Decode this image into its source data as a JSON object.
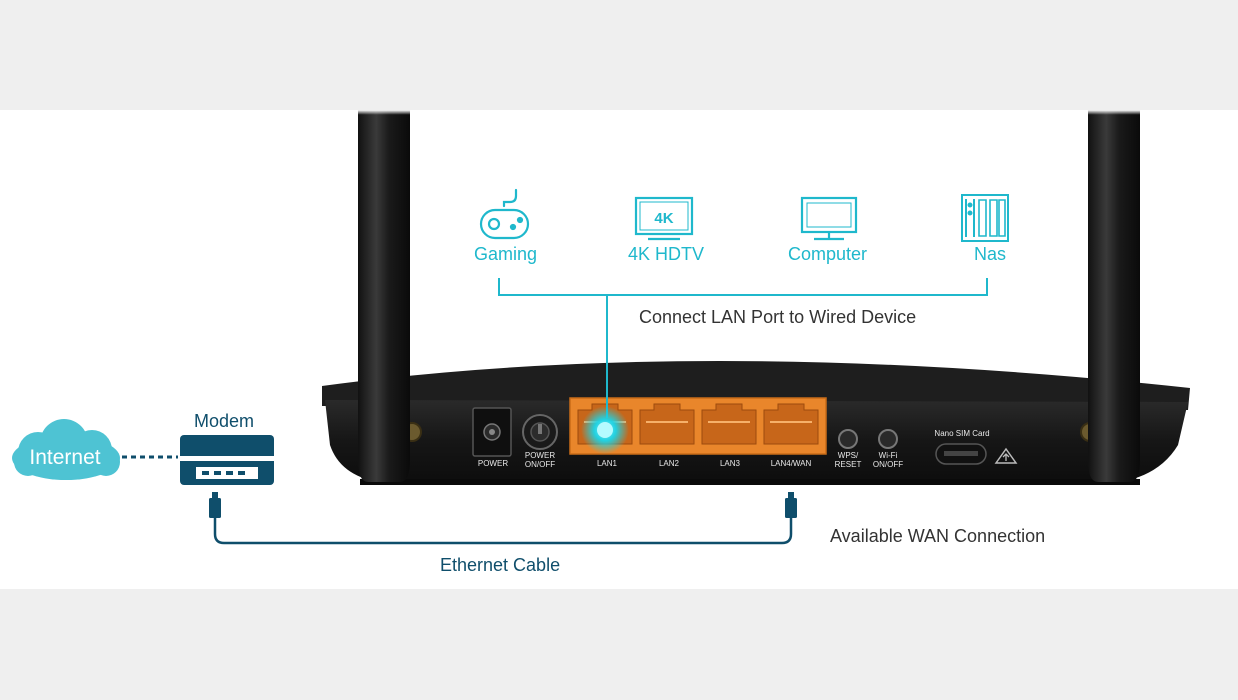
{
  "devices": [
    {
      "label": "Gaming",
      "icon": "gamepad-icon"
    },
    {
      "label": "4K HDTV",
      "icon": "tv-4k-icon",
      "badge": "4K"
    },
    {
      "label": "Computer",
      "icon": "monitor-icon"
    },
    {
      "label": "Nas",
      "icon": "nas-icon"
    }
  ],
  "lan_caption": "Connect LAN Port to Wired Device",
  "internet_label": "Internet",
  "modem_label": "Modem",
  "ethernet_label": "Ethernet Cable",
  "wan_caption": "Available WAN Connection",
  "router": {
    "port_labels": {
      "power": "POWER",
      "power_switch": [
        "POWER",
        "ON/OFF"
      ],
      "lan1": "LAN1",
      "lan2": "LAN2",
      "lan3": "LAN3",
      "lan4": "LAN4/WAN",
      "wps": [
        "WPS/",
        "RESET"
      ],
      "wifi": [
        "Wi-Fi",
        "ON/OFF"
      ],
      "sim": "Nano SIM Card"
    }
  },
  "colors": {
    "accent": "#1fb8cc",
    "navy": "#0f4e6b",
    "cloud": "#4ec3d3",
    "port_orange": "#e9862b",
    "router_body": "#1c1c1c"
  }
}
